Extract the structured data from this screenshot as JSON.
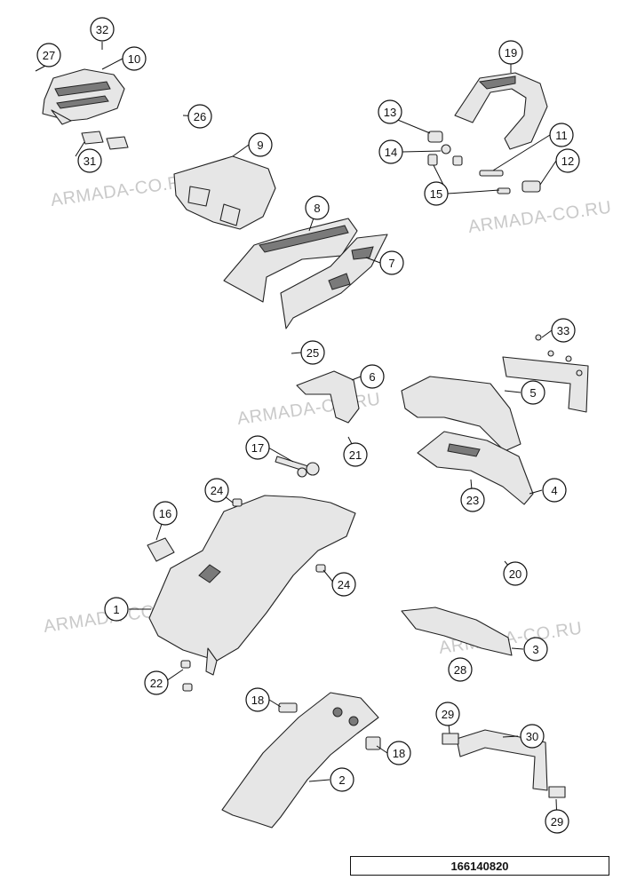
{
  "watermark": "ARMADA-CO.RU",
  "diagram_id": "166140820",
  "callouts": [
    "1",
    "2",
    "3",
    "4",
    "5",
    "6",
    "7",
    "8",
    "9",
    "10",
    "11",
    "12",
    "13",
    "14",
    "15",
    "16",
    "17",
    "18",
    "18",
    "19",
    "20",
    "21",
    "22",
    "23",
    "24",
    "24",
    "25",
    "26",
    "27",
    "28",
    "29",
    "29",
    "30",
    "31",
    "32",
    "33"
  ]
}
